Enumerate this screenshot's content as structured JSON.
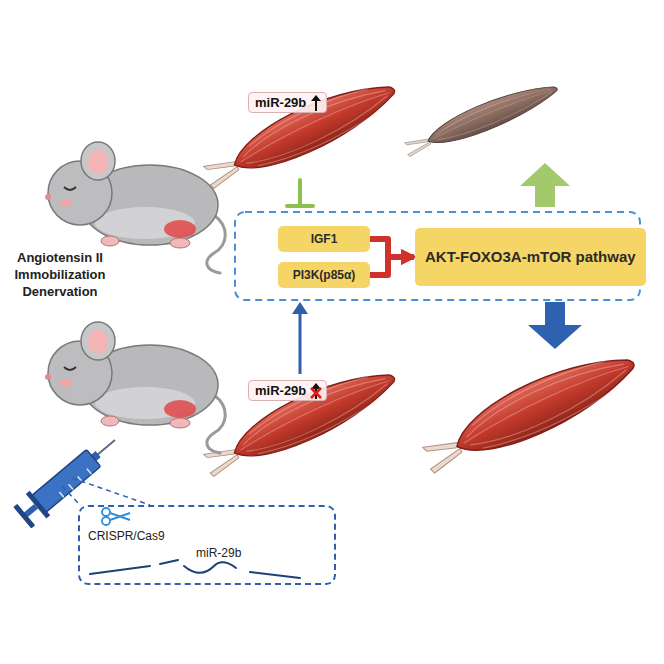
{
  "diagram": {
    "nodes": [
      {
        "text": [
          "miR-29b"
        ]
      },
      {
        "text": [
          "IGF1"
        ]
      },
      {
        "text": [
          "PI3K(p85α)"
        ]
      },
      {
        "text": [
          "AKT-FOXO3A-mTOR pathway"
        ]
      },
      {
        "text": [
          "miR-29b"
        ]
      },
      {
        "text": [
          "CRISPR/Cas9",
          "miR-29b"
        ]
      }
    ],
    "edges": [
      {
        "from": 1,
        "to": 3,
        "arrow": "to"
      },
      {
        "from": 2,
        "to": 3,
        "arrow": "to"
      }
    ],
    "labels": [
      "Angiotensin II Immobilization Denervation"
    ]
  }
}
